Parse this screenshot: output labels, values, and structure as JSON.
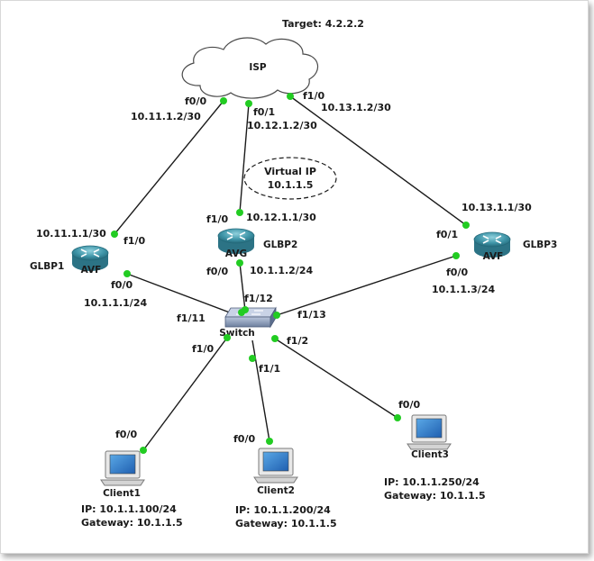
{
  "target": "Target: 4.2.2.2",
  "isp": {
    "label": "ISP"
  },
  "virtual_ip": {
    "line1": "Virtual IP",
    "line2": "10.1.1.5"
  },
  "routers": {
    "glbp1": {
      "name": "GLBP1",
      "role": "AVF"
    },
    "glbp2": {
      "name": "GLBP2",
      "role": "AVG"
    },
    "glbp3": {
      "name": "GLBP3",
      "role": "AVF"
    }
  },
  "switch": {
    "name": "Switch"
  },
  "clients": {
    "client1": {
      "name": "Client1",
      "ip": "IP: 10.1.1.100/24",
      "gateway": "Gateway: 10.1.1.5"
    },
    "client2": {
      "name": "Client2",
      "ip": "IP: 10.1.1.200/24",
      "gateway": "Gateway: 10.1.1.5"
    },
    "client3": {
      "name": "Client3",
      "ip": "IP:  10.1.1.250/24",
      "gateway": "Gateway: 10.1.1.5"
    }
  },
  "labels": {
    "isp_f00": "f0/0",
    "isp_f01": "f0/1",
    "isp_f10": "f1/0",
    "net_11_2": "10.11.1.2/30",
    "net_12_2": "10.12.1.2/30",
    "net_13_2": "10.13.1.2/30",
    "net_11_1": "10.11.1.1/30",
    "r1_f10": "f1/0",
    "r1_f00": "f0/0",
    "net_r1_lan": "10.1.1.1/24",
    "r2_f10": "f1/0",
    "net_12_1": "10.12.1.1/30",
    "r2_f00": "f0/0",
    "net_r2_lan": "10.1.1.2/24",
    "net_13_1": "10.13.1.1/30",
    "r3_f01": "f0/1",
    "r3_f00": "f0/0",
    "net_r3_lan": "10.1.1.3/24",
    "sw_f111": "f1/11",
    "sw_f112": "f1/12",
    "sw_f113": "f1/13",
    "sw_f10": "f1/0",
    "sw_f11": "f1/1",
    "sw_f12": "f1/2",
    "c1_f00": "f0/0",
    "c2_f00": "f0/0",
    "c3_f00": "f0/0"
  }
}
